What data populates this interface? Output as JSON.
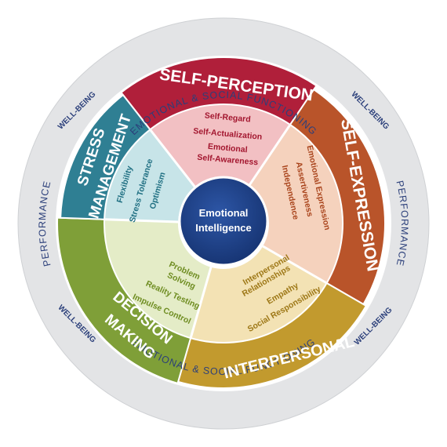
{
  "outer_ring": {
    "top": "EMOTIONAL & SOCIAL FUNCTIONING",
    "bottom": "EMOTIONAL & SOCIAL FUNCTIONING",
    "left": "PERFORMANCE",
    "right": "PERFORMANCE",
    "wellbeing_tl": "WELL-BEING",
    "wellbeing_tr": "WELL-BEING",
    "wellbeing_bl": "WELL-BEING",
    "wellbeing_br": "WELL-BEING"
  },
  "center": {
    "line1": "Emotional",
    "line2": "Intelligence",
    "color": "#1d3f88"
  },
  "segments": {
    "self_perception": {
      "title": "SELF-PERCEPTION",
      "items": [
        "Self-Regard",
        "Self-Actualization",
        "Emotional",
        "Self-Awareness"
      ],
      "band_color": "#b01f3a",
      "inner_color": "#f2c0c3",
      "text_color": "#a3162f"
    },
    "self_expression": {
      "title": "SELF-EXPRESSION",
      "items": [
        "Emotional Expression",
        "Assertiveness",
        "Independence"
      ],
      "band_color": "#b9542a",
      "inner_color": "#f5d2bd",
      "text_color": "#a9441c"
    },
    "interpersonal": {
      "title": "INTERPERSONAL",
      "items": [
        "Interpersonal",
        "Relationships",
        "Empathy",
        "Social Responsibility"
      ],
      "band_color": "#c29a2e",
      "inner_color": "#f3e2b4",
      "text_color": "#9d7716"
    },
    "decision_making": {
      "title_line1": "DECISION",
      "title_line2": "MAKING",
      "items": [
        "Problem",
        "Solving",
        "Reality Testing",
        "Impulse Control"
      ],
      "band_color": "#7f9f38",
      "inner_color": "#e4ecc7",
      "text_color": "#6f8d22"
    },
    "stress_management": {
      "title_line1": "STRESS",
      "title_line2": "MANAGEMENT",
      "items": [
        "Flexibility",
        "Stress Tolerance",
        "Optimism"
      ],
      "band_color": "#2f7f93",
      "inner_color": "#c7e4e8",
      "text_color": "#1f6f82"
    }
  },
  "ring_text_color": "#2b3f7a",
  "ring_bg_color": "#e3e4e6"
}
